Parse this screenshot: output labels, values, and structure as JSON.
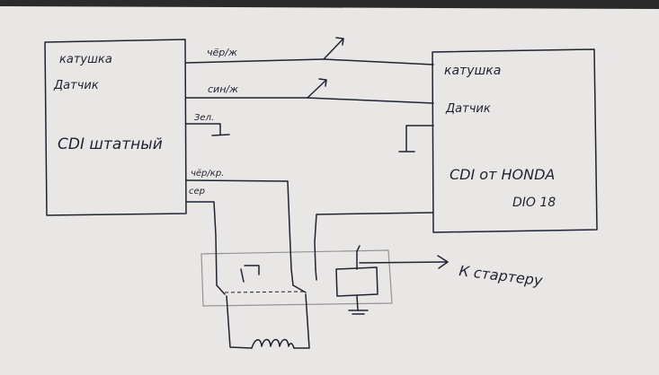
{
  "left_unit": {
    "coil": "катушка",
    "sensor": "Датчик",
    "name": "CDI штатный"
  },
  "right_unit": {
    "coil": "катушка",
    "sensor": "Датчик",
    "name_line1": "CDI от HONDA",
    "name_line2": "DIO 18"
  },
  "wires": {
    "black_yellow": "чёр/ж",
    "blue_yellow": "син/ж",
    "green": "Зел.",
    "black_red": "чёр/кр.",
    "grey": "сер"
  },
  "output": {
    "to_starter": "К стартеру"
  }
}
